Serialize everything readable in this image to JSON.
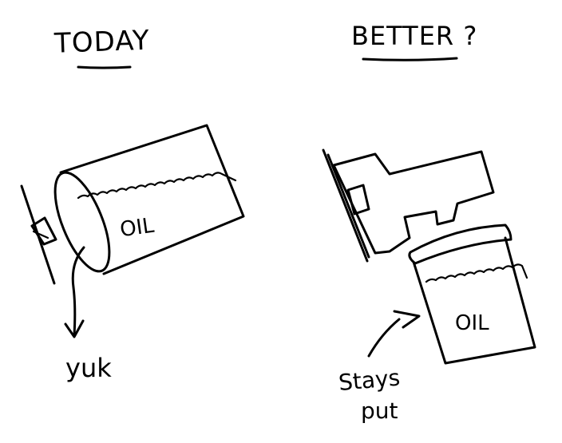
{
  "panels": {
    "left": {
      "heading": "TODAY",
      "container_label": "OIL",
      "drip_label": "yuk"
    },
    "right": {
      "heading": "BETTER ?",
      "container_label": "OIL",
      "note_line1": "Stays",
      "note_line2": "put"
    }
  },
  "colors": {
    "ink": "#000000",
    "paper": "#ffffff"
  }
}
